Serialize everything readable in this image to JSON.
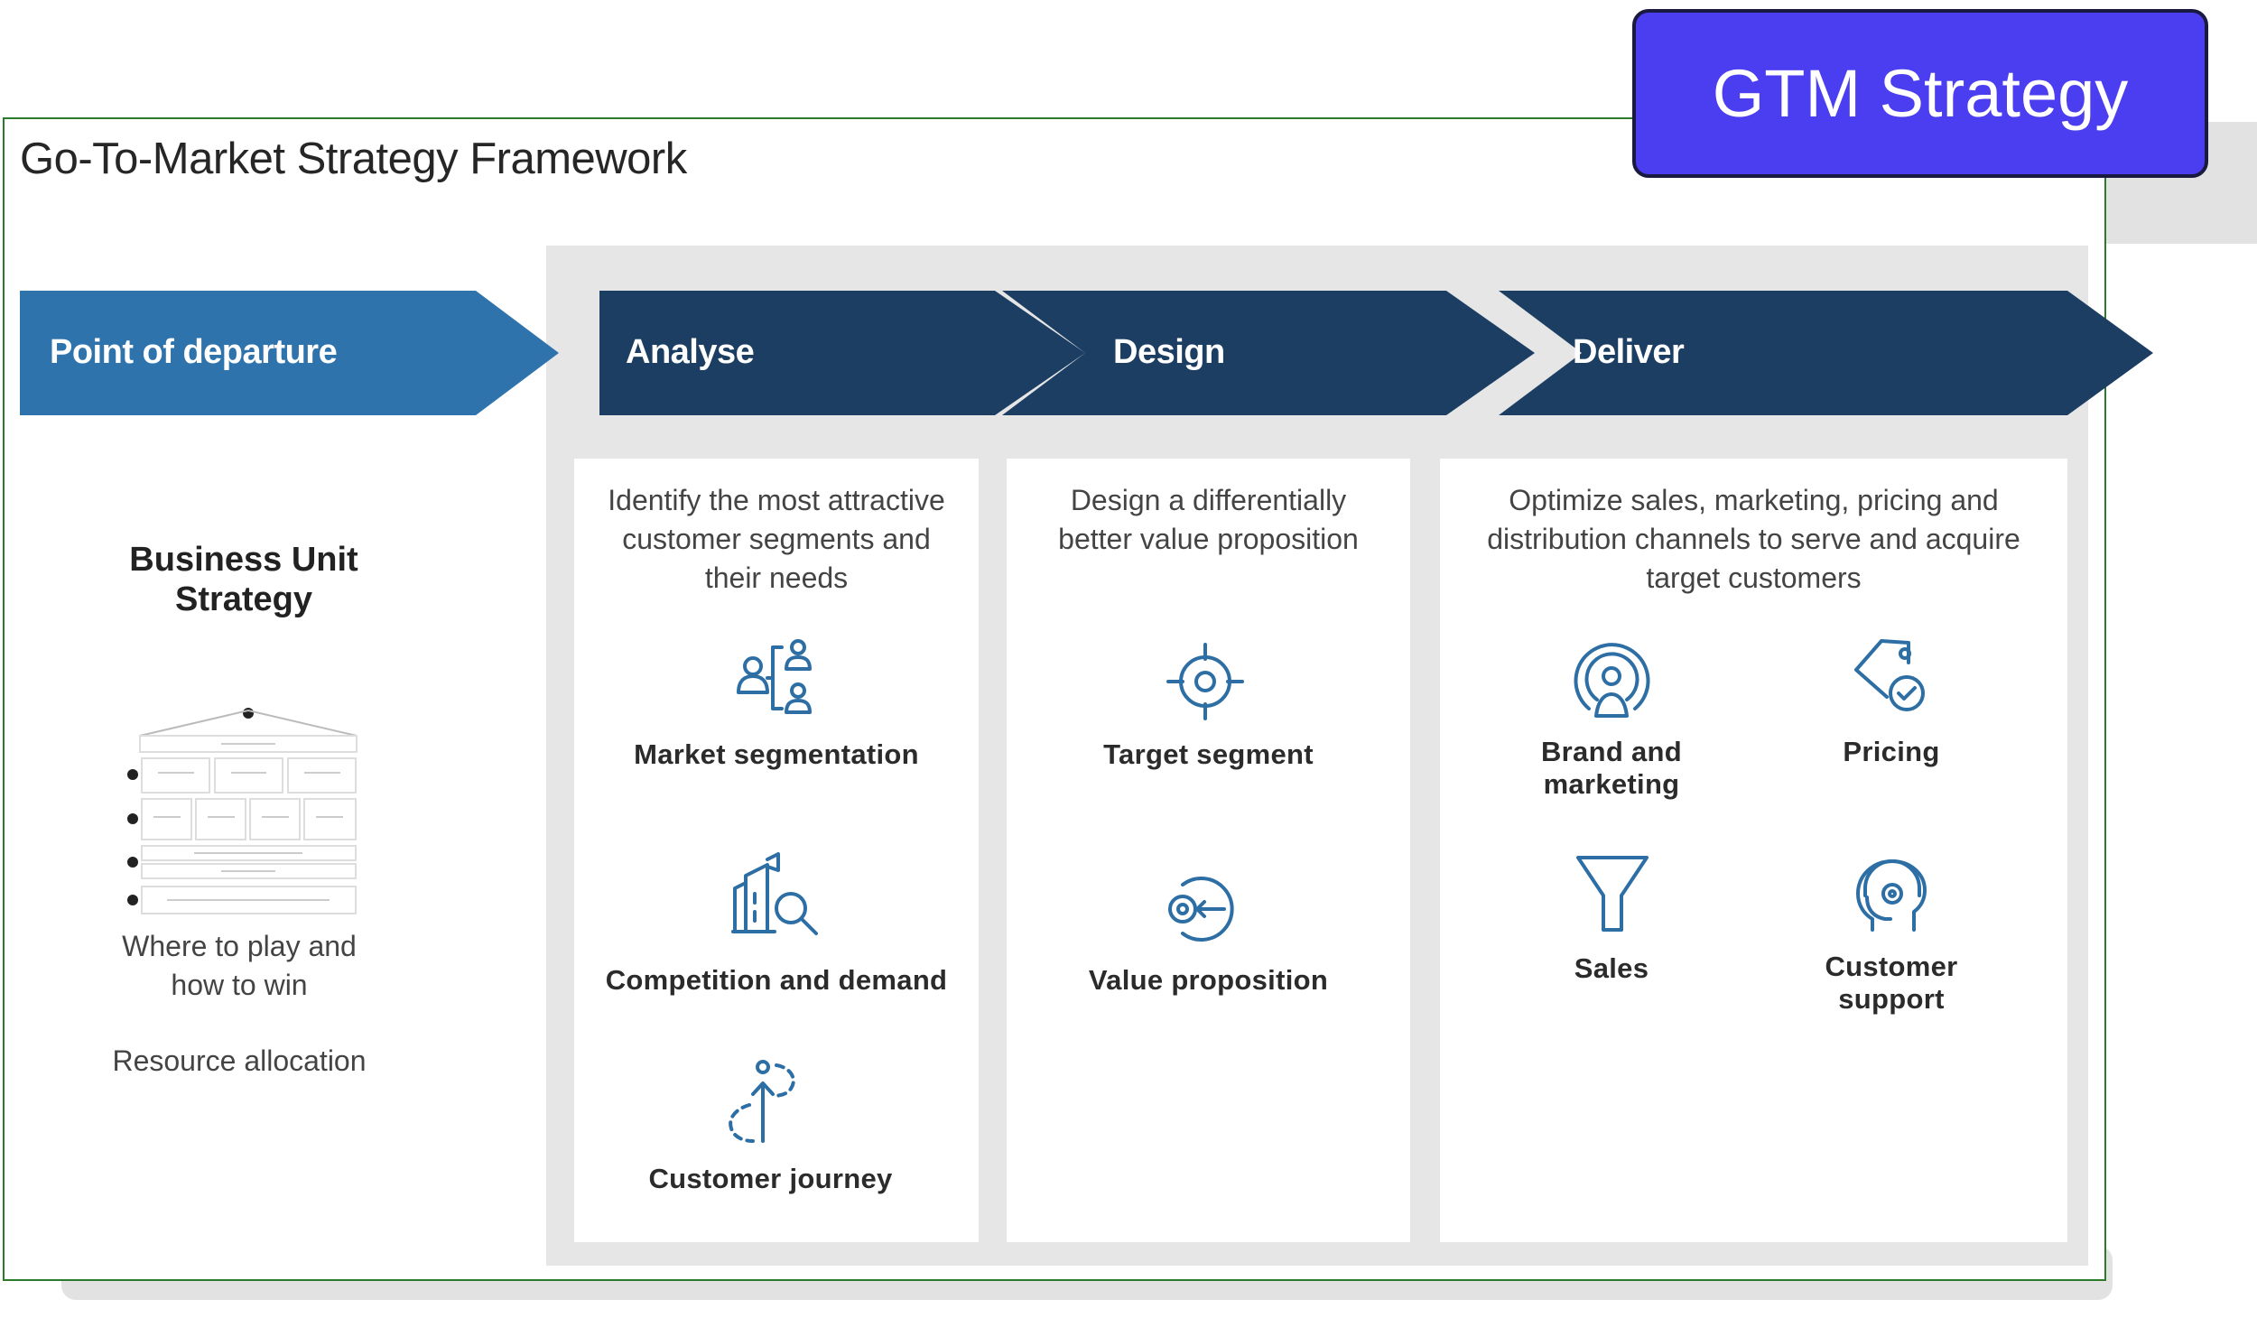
{
  "badge": {
    "label": "GTM Strategy",
    "color": "#4b3ef0"
  },
  "title": "Go-To-Market Strategy Framework",
  "phases": [
    {
      "label": "Point of departure",
      "color": "#2f73ad"
    },
    {
      "label": "Analyse",
      "color": "#1b3e62"
    },
    {
      "label": "Design",
      "color": "#1b3e62"
    },
    {
      "label": "Deliver",
      "color": "#1b3e62"
    }
  ],
  "departure": {
    "title": "Business Unit Strategy",
    "text1": "Where to play and how to win",
    "text2": "Resource allocation"
  },
  "analyse": {
    "description": "Identify the most attractive customer segments and their needs",
    "items": [
      {
        "label": "Market segmentation",
        "icon": "people-segment-icon"
      },
      {
        "label": "Competition and demand",
        "icon": "building-search-icon"
      },
      {
        "label": "Customer journey",
        "icon": "journey-path-icon"
      }
    ]
  },
  "design": {
    "description": "Design a differentially better value proposition",
    "items": [
      {
        "label": "Target segment",
        "icon": "target-crosshair-icon"
      },
      {
        "label": "Value proposition",
        "icon": "value-target-icon"
      }
    ]
  },
  "deliver": {
    "description": "Optimize sales, marketing, pricing and distribution channels to serve and acquire target customers",
    "items": [
      {
        "label": "Brand and marketing",
        "icon": "broadcast-person-icon"
      },
      {
        "label": "Pricing",
        "icon": "price-tag-icon"
      },
      {
        "label": "Sales",
        "icon": "funnel-icon"
      },
      {
        "label": "Customer support",
        "icon": "headset-support-icon"
      }
    ]
  },
  "colors": {
    "icon": "#2d6fa5",
    "frame": "#2c7a2c",
    "panel": "#e6e6e6"
  }
}
